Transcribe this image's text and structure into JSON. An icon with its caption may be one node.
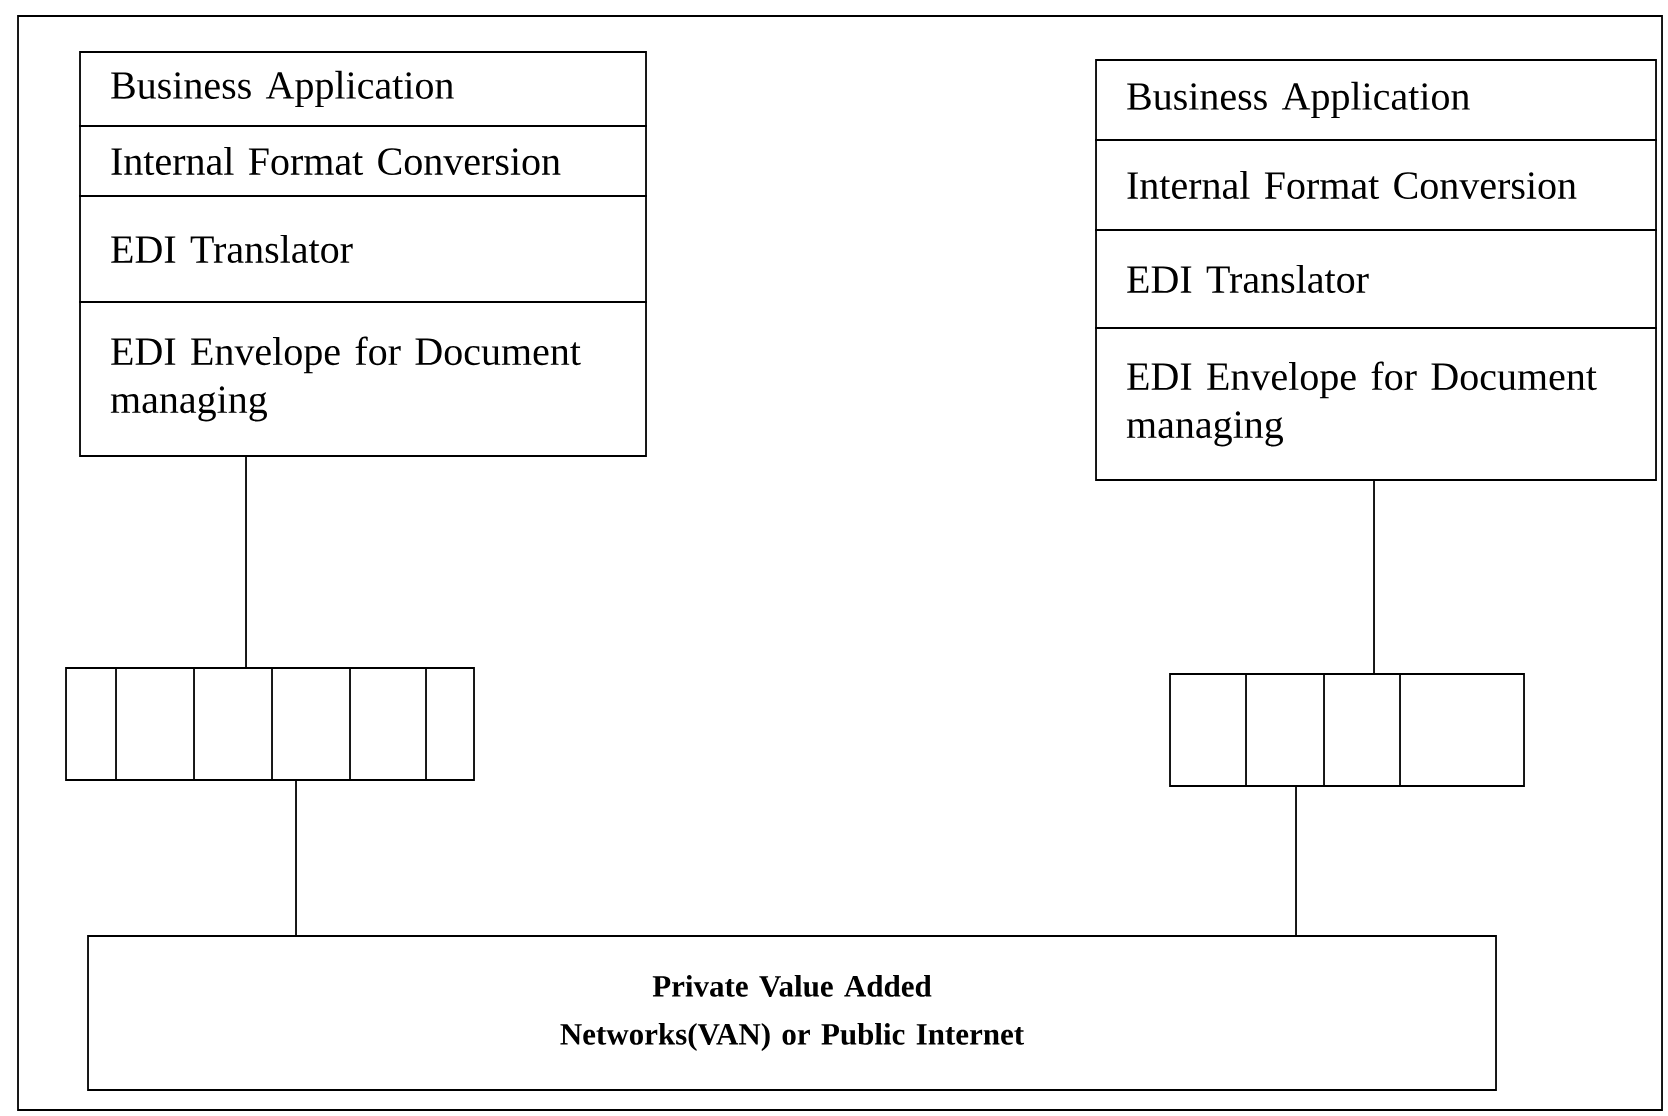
{
  "diagram": {
    "nodes": [
      {
        "text": [
          "Business Application"
        ]
      },
      {
        "text": [
          "Internal Format Conversion"
        ]
      },
      {
        "text": [
          "EDI Translator"
        ]
      },
      {
        "text": [
          "EDI Envelope for Document managing"
        ]
      },
      {
        "text": [
          "Business Application"
        ]
      },
      {
        "text": [
          "Internal Format Conversion"
        ]
      },
      {
        "text": [
          "EDI Translator"
        ]
      },
      {
        "text": [
          "EDI Envelope for Document managing"
        ]
      },
      {
        "text": [],
        "shape": "box"
      },
      {
        "text": [],
        "shape": "box"
      },
      {
        "text": [
          "Private Value Added Networks(VAN) or Public Internet"
        ]
      }
    ],
    "edges": [
      {
        "from": 3,
        "to": 8,
        "arrow": "none"
      },
      {
        "from": 7,
        "to": 9,
        "arrow": "none"
      },
      {
        "from": 8,
        "to": 10,
        "arrow": "none"
      },
      {
        "from": 9,
        "to": 10,
        "arrow": "none"
      }
    ]
  }
}
